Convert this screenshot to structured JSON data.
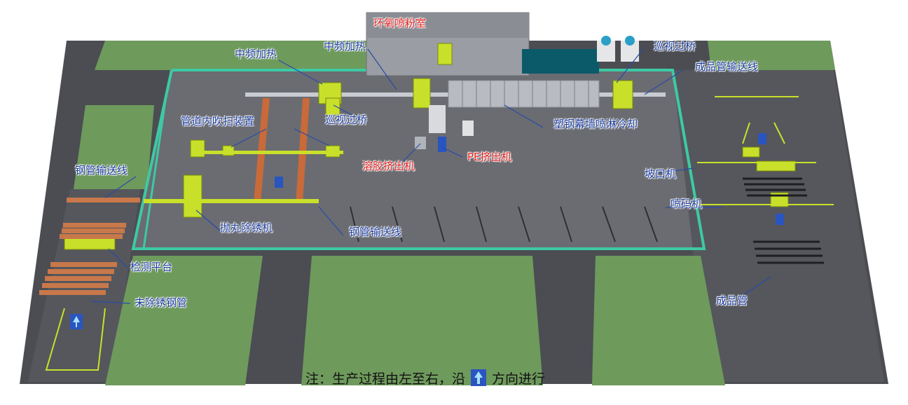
{
  "labels": {
    "epoxy_room": "环氧喷粉室",
    "mid_freq_heat_1": "中频加热",
    "mid_freq_heat_2": "中频加热",
    "inspection_bridge_top": "巡视过桥",
    "inspection_bridge_mid": "巡视过桥",
    "finished_conveyor": "成品管输送线",
    "pipe_blow_device": "管道内吹扫装置",
    "curtain_cooling": "塑钢幕墙喷淋冷却",
    "adhesive_extruder": "溶胶挤出机",
    "pe_extruder": "PE挤出机",
    "steel_conveyor_left": "钢管输送线",
    "beveling_machine": "坡口机",
    "marking": "喷码机",
    "shot_blasting": "抛丸除锈机",
    "steel_conveyor_bottom": "钢管输送线",
    "inspection_platform": "检测平台",
    "unrusted_pipe": "未除锈钢管",
    "finished_pipe": "成品管"
  },
  "note": {
    "prefix": "注：生产过程由左至右，沿",
    "suffix": "方向进行"
  },
  "colors": {
    "floor": "#5f6166",
    "lawn": "#6e9a5c",
    "wall": "#3ec9a4",
    "machine": "#c8e02a",
    "pipe": "#c86a3a",
    "label_blue": "#1a3a9a",
    "label_red": "#e02020"
  }
}
